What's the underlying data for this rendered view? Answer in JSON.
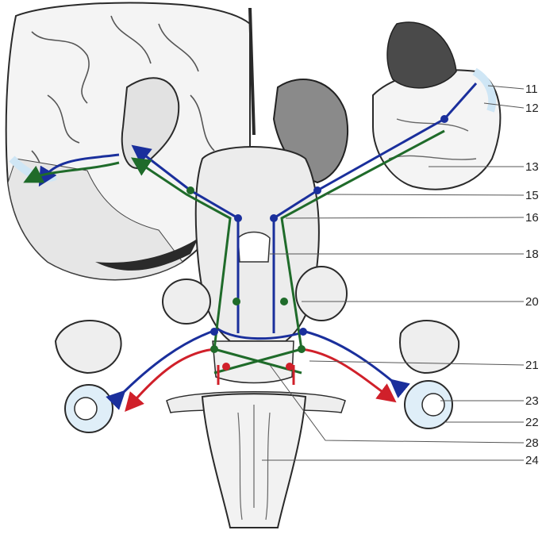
{
  "labels": [
    {
      "id": "l11",
      "text": "11"
    },
    {
      "id": "l12",
      "text": "12"
    },
    {
      "id": "l13",
      "text": "13"
    },
    {
      "id": "l15",
      "text": "15"
    },
    {
      "id": "l16",
      "text": "16"
    },
    {
      "id": "l18",
      "text": "18"
    },
    {
      "id": "l20",
      "text": "20"
    },
    {
      "id": "l21",
      "text": "21"
    },
    {
      "id": "l23",
      "text": "23"
    },
    {
      "id": "l22",
      "text": "22"
    },
    {
      "id": "l28",
      "text": "28"
    },
    {
      "id": "l24",
      "text": "24"
    }
  ],
  "colors": {
    "pathway_blue": "#1a2f9c",
    "pathway_green": "#1f6b2a",
    "pathway_red": "#d0202a",
    "tissue_dark": "#2a2a2a",
    "tissue_light": "#f2f2f2",
    "cortex_tint": "#cfe6f5"
  }
}
